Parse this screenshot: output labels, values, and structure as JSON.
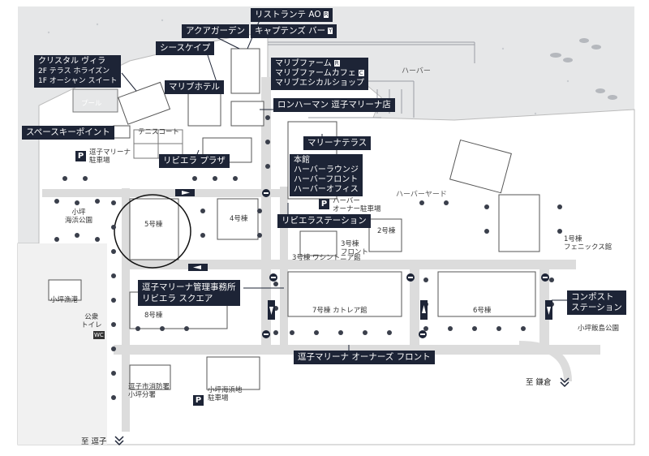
{
  "colors": {
    "sea": "#e6e7e8",
    "land": "#ffffff",
    "label_bg": "#1d2436",
    "building": "#ffffff",
    "road": "#d9d9d9",
    "fish": "#b5b8bd"
  },
  "labels": {
    "ristorante": "リストランテ AO",
    "aqua_garden": "アクアガーデン",
    "captains_bar": "キャプテンズ バー",
    "seascape": "シースケイプ",
    "crystal_villa": "クリスタル ヴィラ",
    "crystal_2f": "2F テラス ホライズン",
    "crystal_1f": "1F オーシャン スイート",
    "malibu_farm": "マリブファーム",
    "malibu_farm_cafe": "マリブファームカフェ",
    "malibu_shop": "マリブエシカルショップ",
    "malibu_hotel": "マリブホテル",
    "ron_herman": "ロンハーマン 逗子マリーナ店",
    "space_keypoint": "スペースキーポイント",
    "marina_terrace": "マリーナテラス",
    "riviera_plaza": "リビエラ プラザ",
    "honkan": "本館",
    "harbor_lounge": "ハーバーラウンジ",
    "harbor_front": "ハーバーフロント",
    "harbor_office": "ハーバーオフィス",
    "riviera_station": "リビエラステーション",
    "management_office": "逗子マリーナ管理事務所",
    "riviera_square": "リビエラ スクエア",
    "compost_station_1": "コンポスト",
    "compost_station_2": "ステーション",
    "owners_front": "逗子マリーナ オーナーズ フロント"
  },
  "text": {
    "harbor": "ハーバー",
    "harbor_yard": "ハーバーヤード",
    "pool": "プール",
    "tennis_court": "テニスコート",
    "marina_parking_1": "逗子マリーナ",
    "marina_parking_2": "駐車場",
    "koajiro_park_1": "小坪",
    "koajiro_park_2": "海浜公園",
    "bldg5": "5号棟",
    "bldg4": "4号棟",
    "harbor_owner_parking_1": "ハーバー",
    "harbor_owner_parking_2": "オーナー駐車場",
    "bldg2": "2号棟",
    "bldg3_front_1": "3号棟",
    "bldg3_front_2": "フロント",
    "bldg3_wisteria": "3号棟 ワシントニア館",
    "bldg1_1": "1号棟",
    "bldg1_2": "フェニックス館",
    "fishing_port": "小坪漁港",
    "toilet_1": "公衆",
    "toilet_2": "トイレ",
    "bldg8": "8号棟",
    "bldg7": "7号棟 カトレア館",
    "bldg6": "6号棟",
    "iidashima_park": "小坪飯島公園",
    "fire_station_1": "逗子市消防署",
    "fire_station_2": "小坪分署",
    "beach_parking_1": "小坪海浜地",
    "beach_parking_2": "駐車場",
    "to_kamakura": "至 鎌倉",
    "to_zushi": "至 逗子"
  },
  "icons": [
    "parking-icon",
    "restaurant-icon",
    "bar-icon",
    "cafe-icon",
    "no-entry-icon",
    "one-way-arrow-icon",
    "toilet-icon",
    "fish-icon",
    "palm-tree-icon",
    "direction-chevron-icon"
  ]
}
